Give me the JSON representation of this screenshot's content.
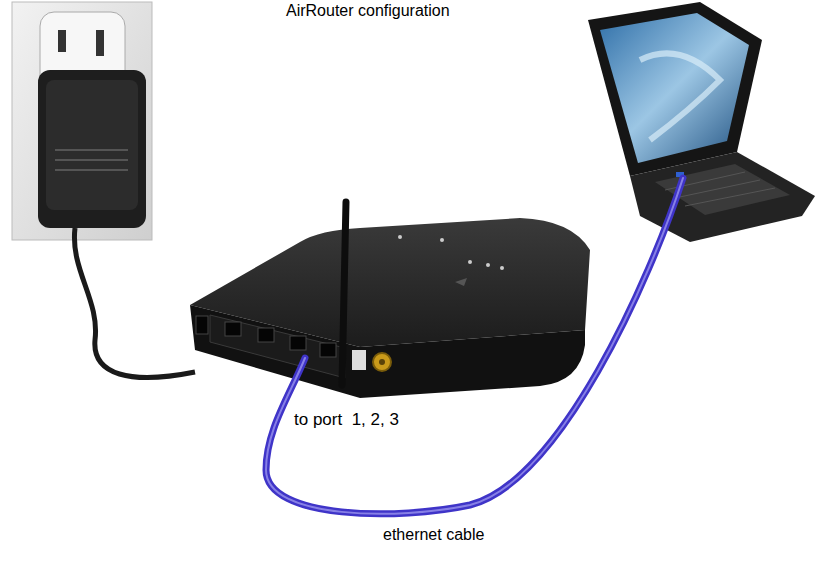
{
  "diagram": {
    "title": "AirRouter configuration",
    "labels": [
      "to port  1, 2, 3",
      "ethernet cable"
    ]
  }
}
